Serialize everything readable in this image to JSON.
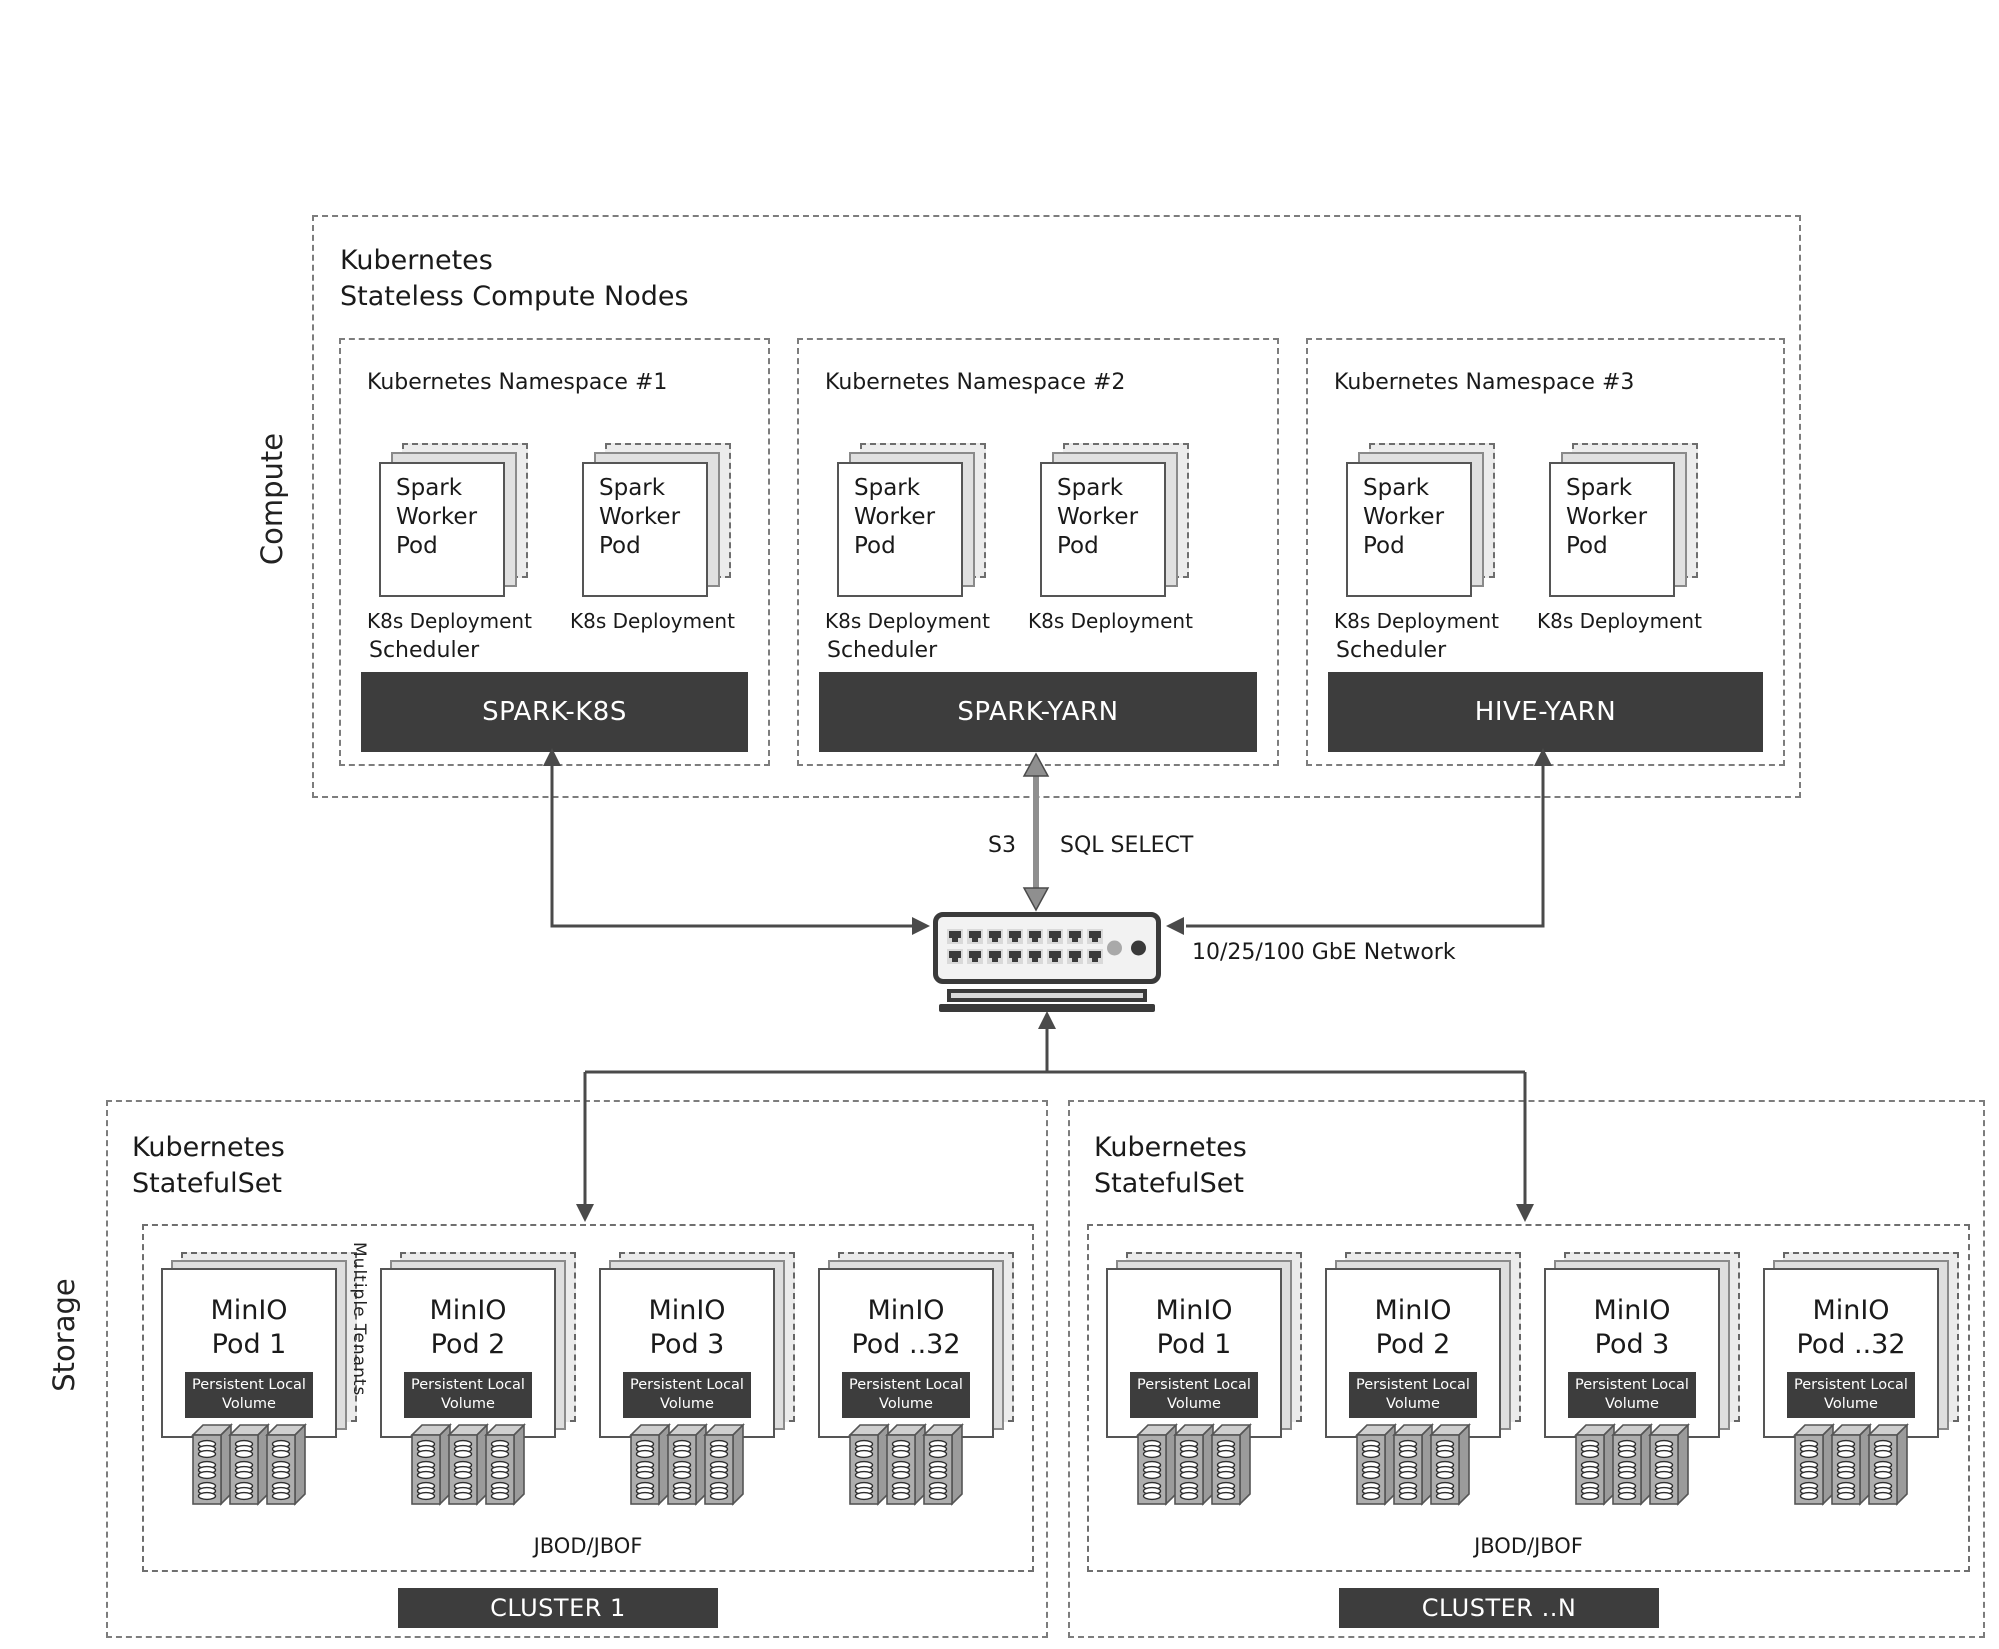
{
  "colors": {
    "dark": "#3d3d3d",
    "line": "#4a4a4a",
    "arrow-gray": "#8f8f8f"
  },
  "labels": {
    "compute": "Compute",
    "storage": "Storage"
  },
  "compute": {
    "title_line1": "Kubernetes",
    "title_line2": "Stateless Compute Nodes",
    "namespaces": [
      {
        "title": "Kubernetes Namespace #1",
        "scheduler_label": "Scheduler",
        "scheduler_name": "SPARK-K8S",
        "pods": [
          {
            "label": "Spark Worker Pod",
            "caption": "K8s Deployment"
          },
          {
            "label": "Spark Worker Pod",
            "caption": "K8s Deployment"
          }
        ]
      },
      {
        "title": "Kubernetes Namespace #2",
        "scheduler_label": "Scheduler",
        "scheduler_name": "SPARK-YARN",
        "pods": [
          {
            "label": "Spark Worker Pod",
            "caption": "K8s Deployment"
          },
          {
            "label": "Spark Worker Pod",
            "caption": "K8s Deployment"
          }
        ]
      },
      {
        "title": "Kubernetes Namespace #3",
        "scheduler_label": "Scheduler",
        "scheduler_name": "HIVE-YARN",
        "pods": [
          {
            "label": "Spark Worker Pod",
            "caption": "K8s Deployment"
          },
          {
            "label": "Spark Worker Pod",
            "caption": "K8s Deployment"
          }
        ]
      }
    ]
  },
  "network": {
    "s3_label": "S3",
    "sql_label": "SQL SELECT",
    "gbe_label": "10/25/100 GbE Network"
  },
  "storage": {
    "clusters": [
      {
        "title_line1": "Kubernetes",
        "title_line2": "StatefulSet",
        "tenants_label": "Multiple Tenants",
        "jbod_label": "JBOD/JBOF",
        "cluster_label": "CLUSTER 1",
        "pods": [
          {
            "name_line1": "MinIO",
            "name_line2": "Pod 1",
            "volume_line1": "Persistent Local",
            "volume_line2": "Volume"
          },
          {
            "name_line1": "MinIO",
            "name_line2": "Pod 2",
            "volume_line1": "Persistent Local",
            "volume_line2": "Volume"
          },
          {
            "name_line1": "MinIO",
            "name_line2": "Pod 3",
            "volume_line1": "Persistent Local",
            "volume_line2": "Volume"
          },
          {
            "name_line1": "MinIO",
            "name_line2": "Pod ..32",
            "volume_line1": "Persistent Local",
            "volume_line2": "Volume"
          }
        ]
      },
      {
        "title_line1": "Kubernetes",
        "title_line2": "StatefulSet",
        "jbod_label": "JBOD/JBOF",
        "cluster_label": "CLUSTER ..N",
        "pods": [
          {
            "name_line1": "MinIO",
            "name_line2": "Pod 1",
            "volume_line1": "Persistent Local",
            "volume_line2": "Volume"
          },
          {
            "name_line1": "MinIO",
            "name_line2": "Pod 2",
            "volume_line1": "Persistent Local",
            "volume_line2": "Volume"
          },
          {
            "name_line1": "MinIO",
            "name_line2": "Pod 3",
            "volume_line1": "Persistent Local",
            "volume_line2": "Volume"
          },
          {
            "name_line1": "MinIO",
            "name_line2": "Pod ..32",
            "volume_line1": "Persistent Local",
            "volume_line2": "Volume"
          }
        ]
      }
    ]
  }
}
